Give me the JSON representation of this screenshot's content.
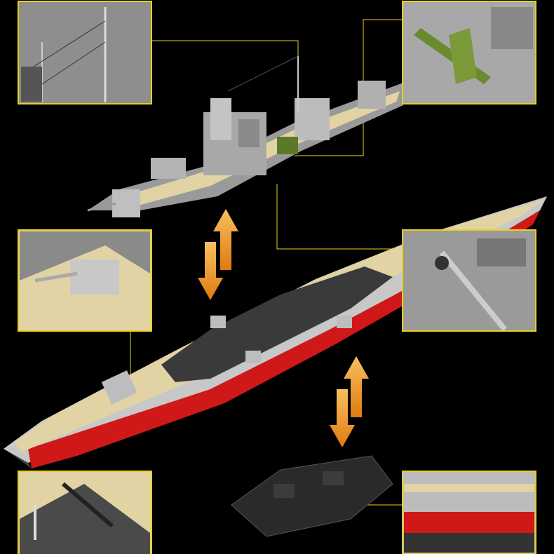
{
  "colors": {
    "background": "#000000",
    "frame": "#e8d21a",
    "arrow": "#f0a030",
    "deck": "#e2d3a4",
    "hull_red": "#d01818",
    "hull_grey": "#b8b8b8",
    "deck_dark": "#3a3a3a",
    "stand": "#2a2a2a"
  },
  "insets": [
    {
      "subject": "mast-and-rigging-detail"
    },
    {
      "subject": "aircraft-and-catapult-detail"
    },
    {
      "subject": "main-gun-turret-detail"
    },
    {
      "subject": "midship-superstructure-detail"
    },
    {
      "subject": "bow-anchor-detail"
    },
    {
      "subject": "hull-stripe-detail"
    }
  ]
}
